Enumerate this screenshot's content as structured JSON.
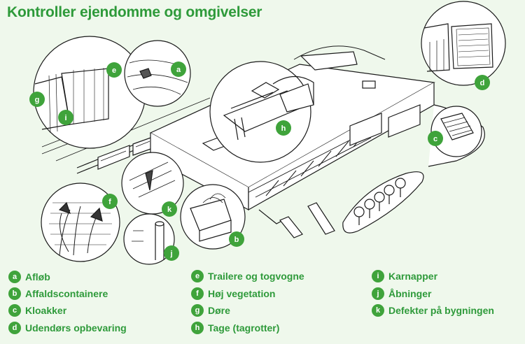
{
  "title": "Kontroller ejendomme og omgivelser",
  "colors": {
    "accent": "#3fa33b",
    "text_green": "#2e9a3a",
    "background": "#eff8ec",
    "line": "#1a1a1a"
  },
  "legend": [
    {
      "letter": "a",
      "label": "Afløb"
    },
    {
      "letter": "b",
      "label": "Affaldscontainere"
    },
    {
      "letter": "c",
      "label": "Kloakker"
    },
    {
      "letter": "d",
      "label": "Udendørs opbevaring"
    },
    {
      "letter": "e",
      "label": "Trailere og togvogne"
    },
    {
      "letter": "f",
      "label": "Høj vegetation"
    },
    {
      "letter": "g",
      "label": "Døre"
    },
    {
      "letter": "h",
      "label": "Tage (tagrotter)"
    },
    {
      "letter": "i",
      "label": "Karnapper"
    },
    {
      "letter": "j",
      "label": "Åbninger"
    },
    {
      "letter": "k",
      "label": "Defekter på bygningen"
    }
  ],
  "callouts": {
    "a": "a",
    "b": "b",
    "c": "c",
    "d": "d",
    "e": "e",
    "f": "f",
    "g": "g",
    "h": "h",
    "i": "i",
    "j": "j",
    "k": "k"
  }
}
